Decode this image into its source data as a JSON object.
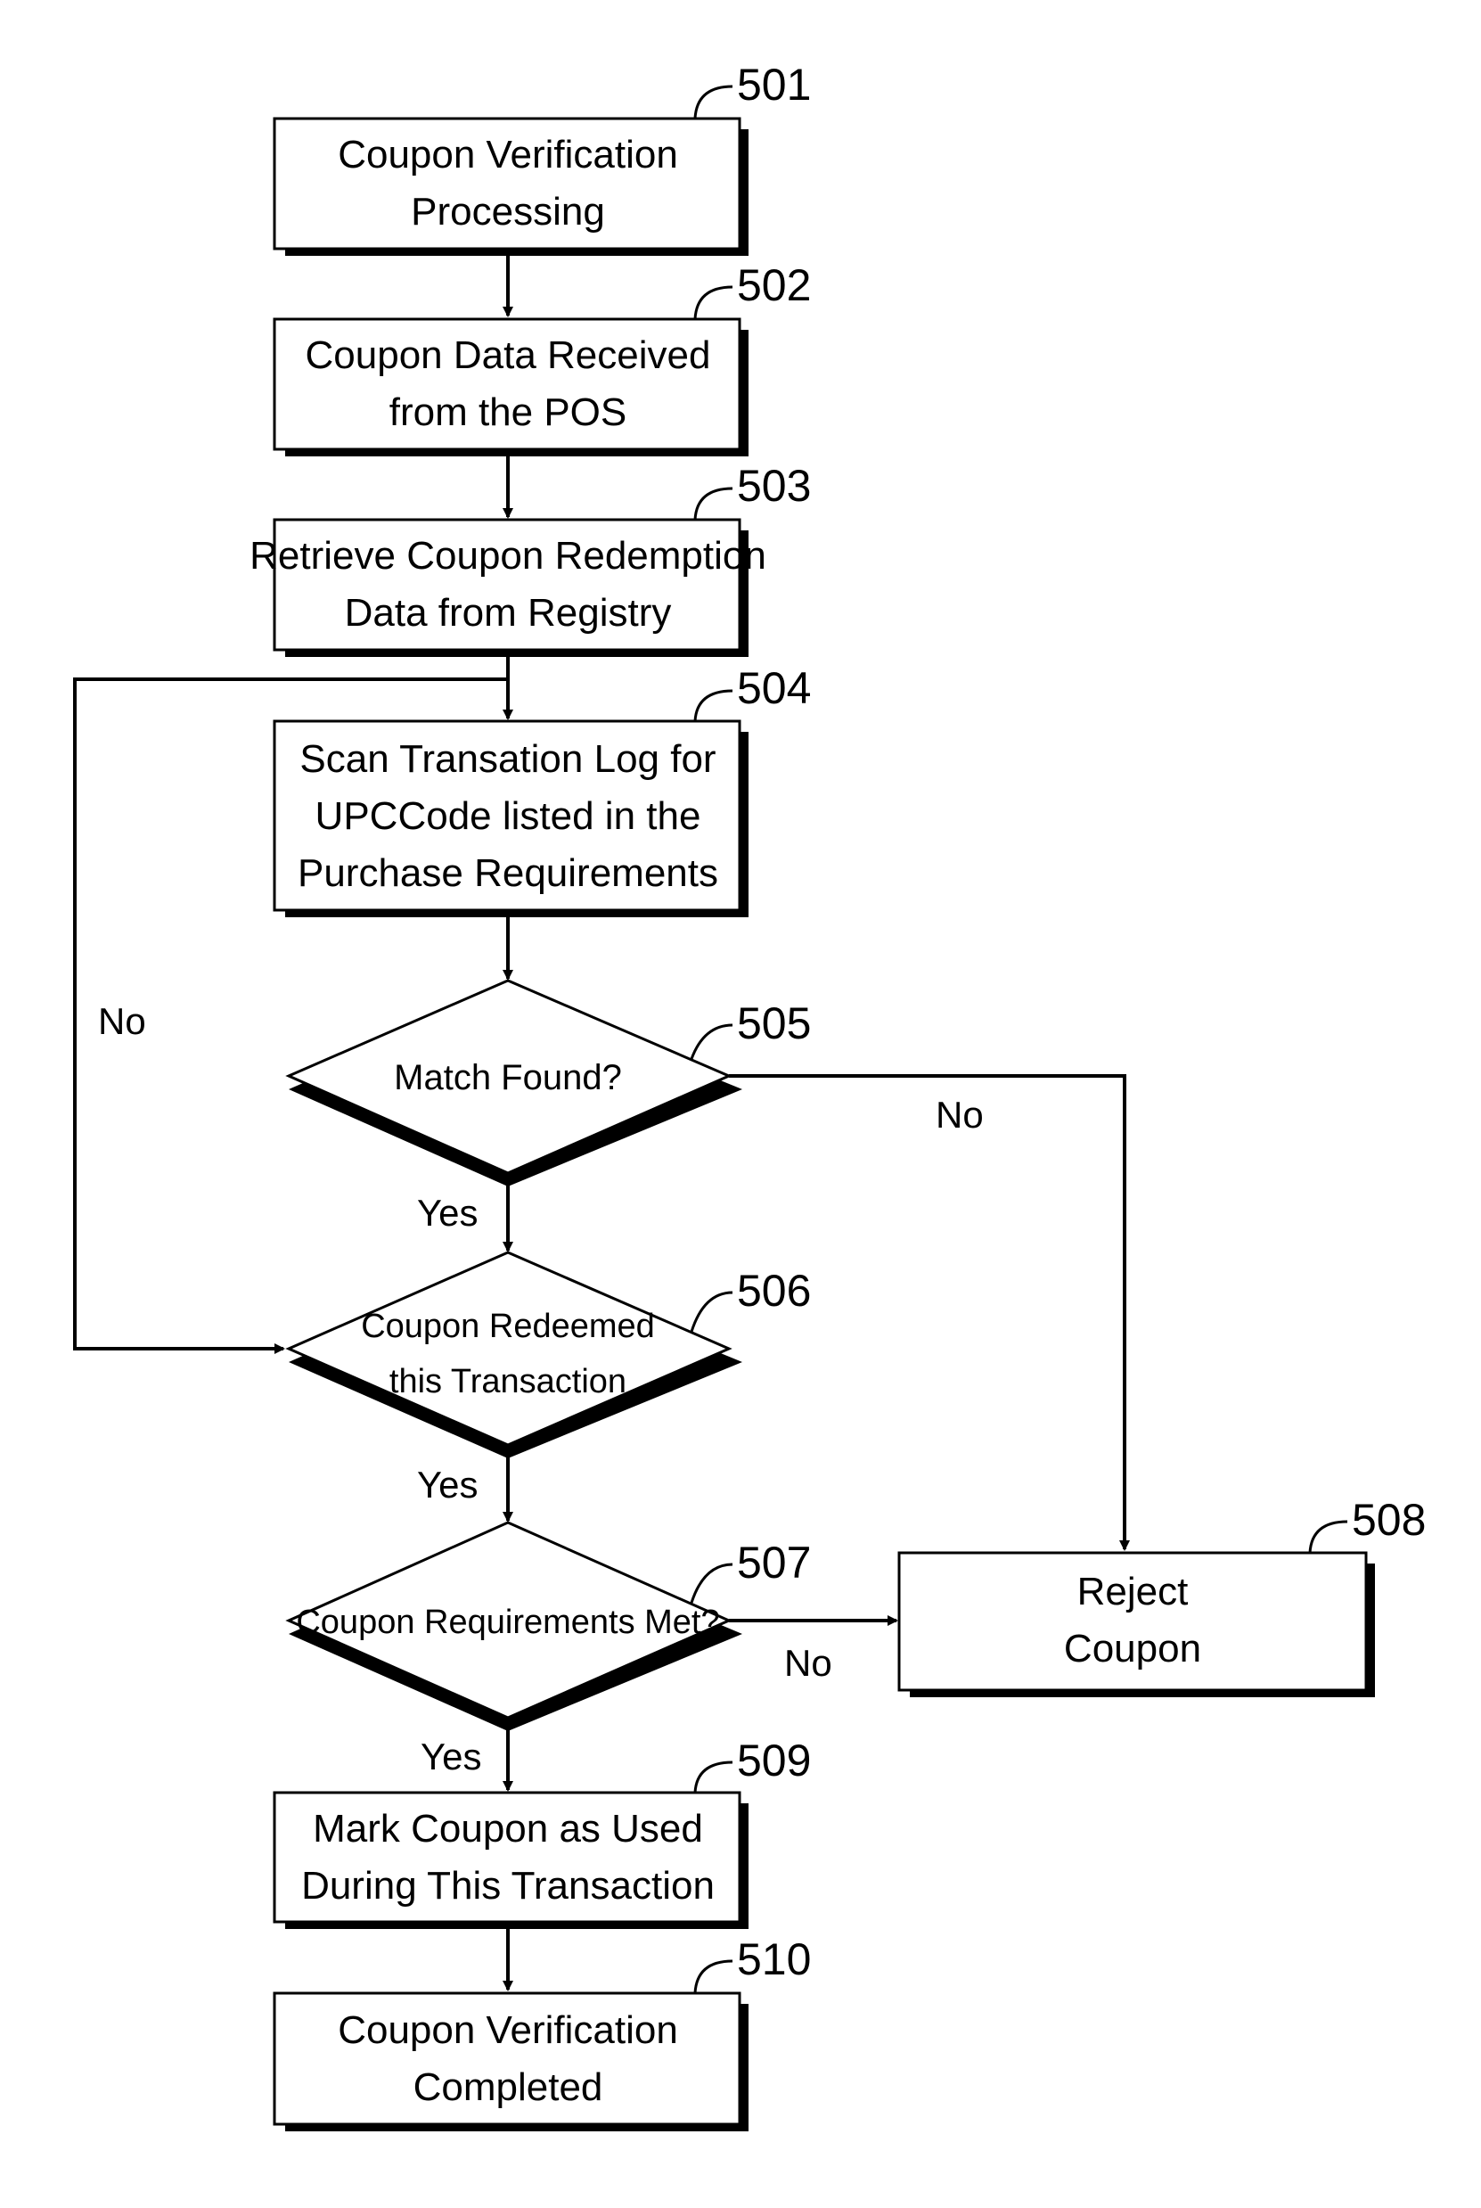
{
  "steps": {
    "s501": {
      "ref": "501",
      "line1": "Coupon Verification",
      "line2": "Processing"
    },
    "s502": {
      "ref": "502",
      "line1": "Coupon Data Received",
      "line2": "from the POS"
    },
    "s503": {
      "ref": "503",
      "line1": "Retrieve Coupon Redemption",
      "line2": "Data from Registry"
    },
    "s504": {
      "ref": "504",
      "line1": "Scan Transation Log for",
      "line2": "UPCCode listed in the",
      "line3": "Purchase Requirements"
    },
    "s505": {
      "ref": "505",
      "line1": "Match Found?"
    },
    "s506": {
      "ref": "506",
      "line1": "Coupon Redeemed",
      "line2": "this Transaction"
    },
    "s507": {
      "ref": "507",
      "line1": "Coupon Requirements Met?"
    },
    "s508": {
      "ref": "508",
      "line1": "Reject",
      "line2": "Coupon"
    },
    "s509": {
      "ref": "509",
      "line1": "Mark Coupon as Used",
      "line2": "During This Transaction"
    },
    "s510": {
      "ref": "510",
      "line1": "Coupon Verification",
      "line2": "Completed"
    }
  },
  "labels": {
    "no_loop": "No",
    "no_505": "No",
    "yes_505": "Yes",
    "yes_506": "Yes",
    "no_507": "No",
    "yes_507": "Yes"
  }
}
